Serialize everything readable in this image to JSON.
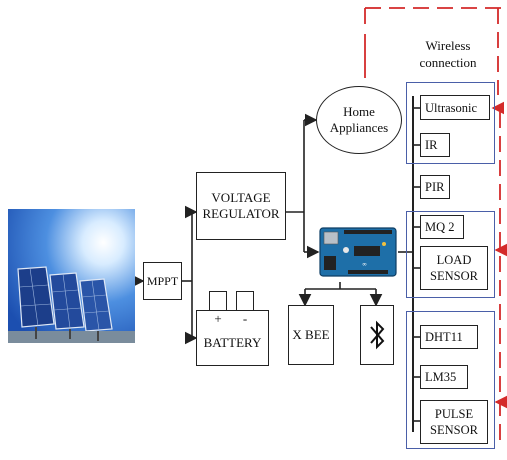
{
  "wireless_label": [
    "Wireless",
    "connection"
  ],
  "home_appliances": [
    "Home",
    "Appliances"
  ],
  "mppt": "MPPT",
  "voltage_regulator": [
    "VOLTAGE",
    "REGULATOR"
  ],
  "battery": "BATTERY",
  "battery_plus": "+",
  "battery_minus": "-",
  "xbee": "X BEE",
  "sensors": {
    "ultrasonic": "Ultrasonic",
    "ir": "IR",
    "pir": "PIR",
    "mq2": "MQ 2",
    "load_sensor": [
      "LOAD",
      "SENSOR"
    ],
    "dht11": "DHT11",
    "lm35": "LM35",
    "pulse_sensor": [
      "PULSE",
      "SENSOR"
    ]
  },
  "icons": {
    "solar": "solar-panel-icon",
    "arduino": "arduino-board-icon",
    "bluetooth": "bluetooth-icon"
  },
  "colors": {
    "group_border": "#4a5fa8",
    "wireless_dashed": "#d42a2a",
    "line": "#222222"
  }
}
